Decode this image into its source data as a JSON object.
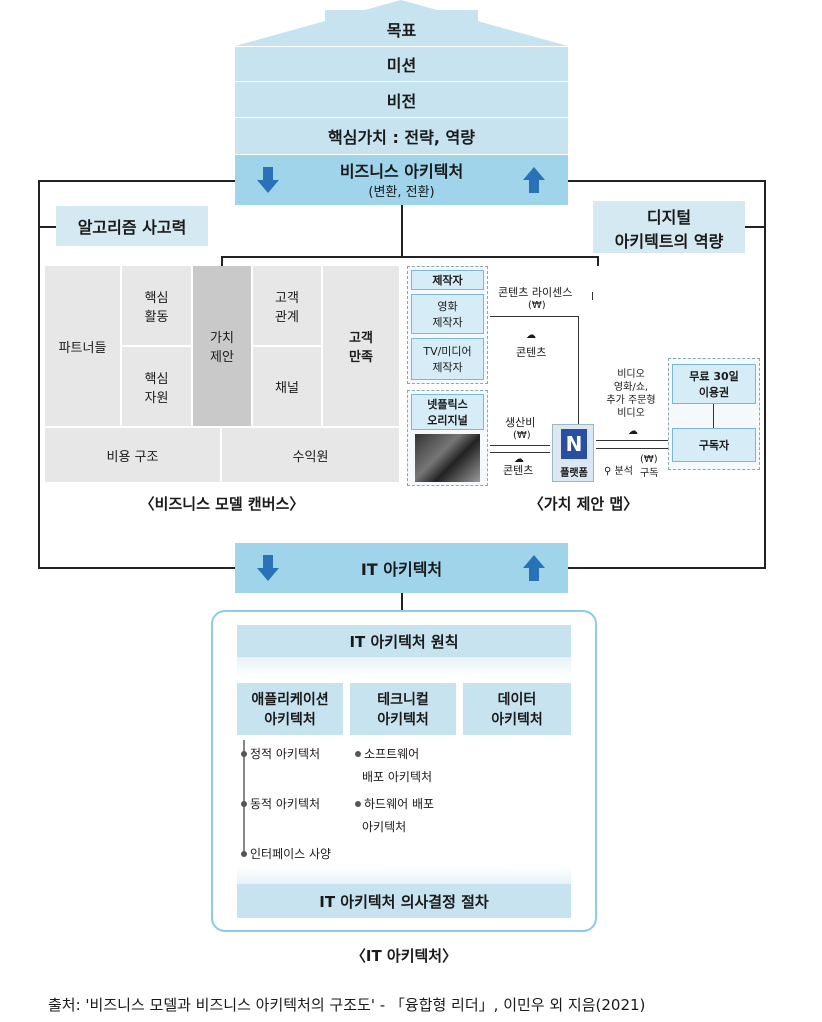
{
  "stack": {
    "goal": "목표",
    "mission": "미션",
    "vision": "비전",
    "core_value": "핵심가치 : 전략, 역량",
    "business_arch_title": "비즈니스 아키텍처",
    "business_arch_sub": "(변환, 전환)"
  },
  "side_labels": {
    "algorithm": "알고리즘 사고력",
    "digital_line1": "디지털",
    "digital_line2": "아키텍트의 역량"
  },
  "canvas": {
    "partners": "파트너들",
    "key_activities": "핵심\n활동",
    "key_resources": "핵심\n자원",
    "value_prop": "가치\n제안",
    "customer_rel": "고객\n관계",
    "channels": "채널",
    "customer_sat": "고객\n만족",
    "cost": "비용 구조",
    "revenue": "수익원",
    "caption": "〈비즈니스 모델 캔버스〉"
  },
  "vpmap": {
    "producer": "제작자",
    "movie_producer": "영화\n제작자",
    "tv_producer": "TV/미디어\n제작자",
    "netflix_original": "넷플릭스\n오리지널",
    "license": "콘텐츠 라이센스",
    "license_money": "(₩)",
    "content1": "콘텐츠",
    "production_cost": "생산비",
    "production_money": "(₩)",
    "content2": "콘텐츠",
    "platform": "플랫폼",
    "video_desc": "비디오\n영화/쇼,\n추가 주문형\n비디오",
    "free_trial": "무료 30일\n이용권",
    "subscriber": "구독자",
    "analysis": "분석",
    "subscribe_money": "(₩)",
    "subscribe": "구독",
    "caption": "〈가치 제안 맵〉"
  },
  "it": {
    "band_title": "IT 아키텍처",
    "principle": "IT 아키텍처 원칙",
    "app_arch": "애플리케이션\n아키텍처",
    "tech_arch": "테크니컬\n아키텍처",
    "data_arch": "데이터\n아키텍처",
    "static_arch": "정적 아키텍처",
    "dynamic_arch": "동적 아키텍처",
    "interface_spec": "인터페이스 사양",
    "sw_deploy_1": "소프트웨어",
    "sw_deploy_2": "배포 아키텍처",
    "hw_deploy_1": "하드웨어  배포",
    "hw_deploy_2": "아키텍처",
    "decision": "IT 아키텍처 의사결정 절차",
    "caption": "〈IT 아키텍처〉"
  },
  "source": "출처: '비즈니스 모델과 비즈니스 아키텍처의 구조도' - 「융합형 리더」, 이민우 외 지음(2021)",
  "colors": {
    "light_blue": "#c6e3ef",
    "mid_blue": "#9fd4ea",
    "arrow_blue": "#2a72b8",
    "gray": "#e7e7e7"
  }
}
